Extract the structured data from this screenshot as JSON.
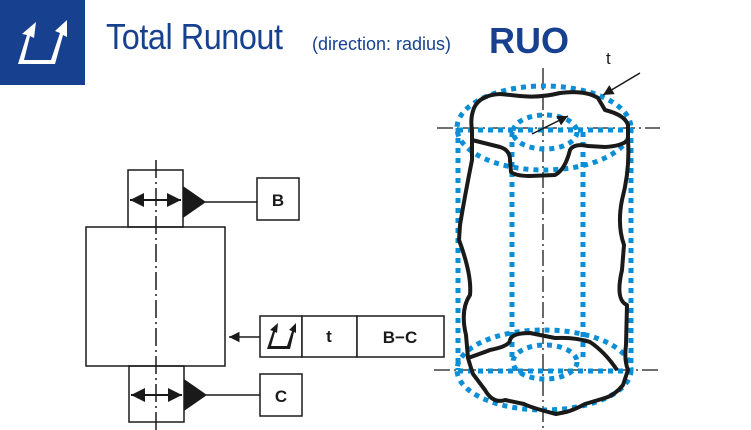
{
  "header": {
    "title": "Total Runout",
    "subtitle": "(direction: radius)",
    "code": "RUO",
    "icon": "total-runout-icon"
  },
  "colors": {
    "brand_blue": "#17418f",
    "zone_blue": "#0a8fd6",
    "ink": "#1a1a1a"
  },
  "drawing": {
    "datum_top_label": "B",
    "datum_bottom_label": "C",
    "feature_control_frame": {
      "symbol": "total-runout-symbol",
      "tolerance": "t",
      "datum_reference": "B−C"
    },
    "tolerance_zone_label": "t"
  }
}
